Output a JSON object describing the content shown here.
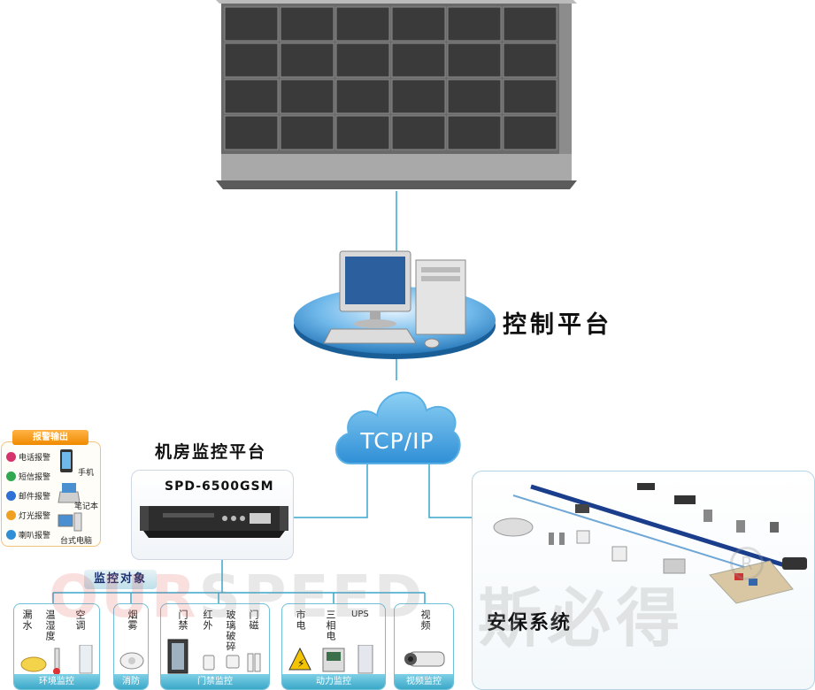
{
  "control_platform": {
    "label": "控制平台"
  },
  "network": {
    "label": "TCP/IP"
  },
  "room_monitor": {
    "title": "机房监控平台",
    "device_model": "SPD-6500GSM"
  },
  "alarm_output": {
    "title": "报警输出",
    "items": [
      {
        "label": "电话报警",
        "color": "#d6336c"
      },
      {
        "label": "短信报警",
        "color": "#2fa84f"
      },
      {
        "label": "邮件报警",
        "color": "#2f6fd6"
      },
      {
        "label": "灯光报警",
        "color": "#f0a020"
      },
      {
        "label": "喇叭报警",
        "color": "#2f8fd6"
      }
    ],
    "devices": [
      "手机",
      "笔记本",
      "台式电脑"
    ]
  },
  "monitor_objects": {
    "title": "监控对象",
    "categories": [
      {
        "footer": "环境监控",
        "labels": [
          "漏水",
          "温湿度",
          "空调"
        ]
      },
      {
        "footer": "消防",
        "labels": [
          "烟雾"
        ]
      },
      {
        "footer": "门禁监控",
        "labels": [
          "门禁",
          "红外",
          "玻璃破碎",
          "门磁"
        ]
      },
      {
        "footer": "动力监控",
        "labels": [
          "市电",
          "三相电",
          "UPS"
        ]
      },
      {
        "footer": "视频监控",
        "labels": [
          "视频"
        ]
      }
    ]
  },
  "security": {
    "label": "安保系统"
  },
  "watermark": {
    "brand_red": "OUR",
    "brand_gray": "SPEED",
    "brand_cn": "斯必得",
    "registered": "R"
  },
  "colors": {
    "link_line": "#3aa6cc",
    "cloud": "#3f9fd8",
    "disc": "#2f8fd0"
  }
}
